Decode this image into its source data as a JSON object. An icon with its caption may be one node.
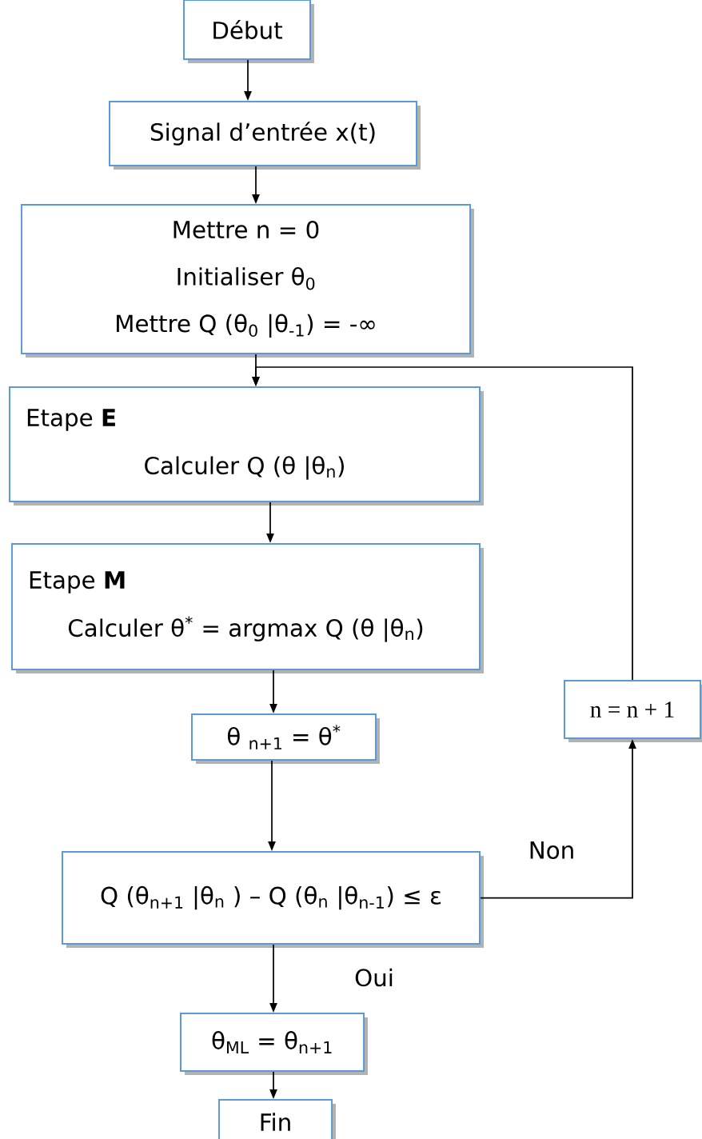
{
  "diagram": {
    "nodes": [
      {
        "text": [
          "Début"
        ]
      },
      {
        "text": [
          "Signal d’entrée x(t)"
        ]
      },
      {
        "text": [
          "Mettre n = 0",
          "Initialiser θ$_{0}$",
          "Mettre Q (θ$_{0}$ |θ$_{-1}$) = -∞"
        ]
      },
      {
        "text": [
          "Etape **E**",
          "Calculer Q (θ |θ$_{n}$)"
        ]
      },
      {
        "text": [
          "Etape **M**",
          "Calculer θ$^{*}$ = argmax Q (θ |θ$_{n}$)"
        ]
      },
      {
        "text": [
          "θ $_{n+1}$ = θ$^{*}$"
        ]
      },
      {
        "text": [
          "Q (θ$_{n+1}$ |θ$_{n}$ ) – Q (θ$_{n}$ |θ$_{n-1}$)  ≤ ε"
        ]
      },
      {
        "text": [
          "θ$_{ML}$ = θ$_{n+1}$"
        ]
      },
      {
        "text": [
          "Fin"
        ]
      },
      {
        "text": [
          "n = n + 1"
        ]
      }
    ],
    "edges": [
      {
        "from": 0,
        "to": 1,
        "arrow": "to"
      },
      {
        "from": 1,
        "to": 2,
        "arrow": "to"
      },
      {
        "from": 2,
        "to": 3,
        "arrow": "to"
      },
      {
        "from": 3,
        "to": 4,
        "arrow": "to"
      },
      {
        "from": 4,
        "to": 5,
        "arrow": "to"
      },
      {
        "from": 5,
        "to": 6,
        "arrow": "to"
      },
      {
        "from": 6,
        "to": 7,
        "label": "Oui",
        "arrow": "to"
      },
      {
        "from": 7,
        "to": 8,
        "arrow": "to"
      },
      {
        "from": 6,
        "to": 9,
        "label": "Non",
        "arrow": "to"
      },
      {
        "from": 9,
        "to": 3,
        "arrow": "to"
      }
    ]
  }
}
